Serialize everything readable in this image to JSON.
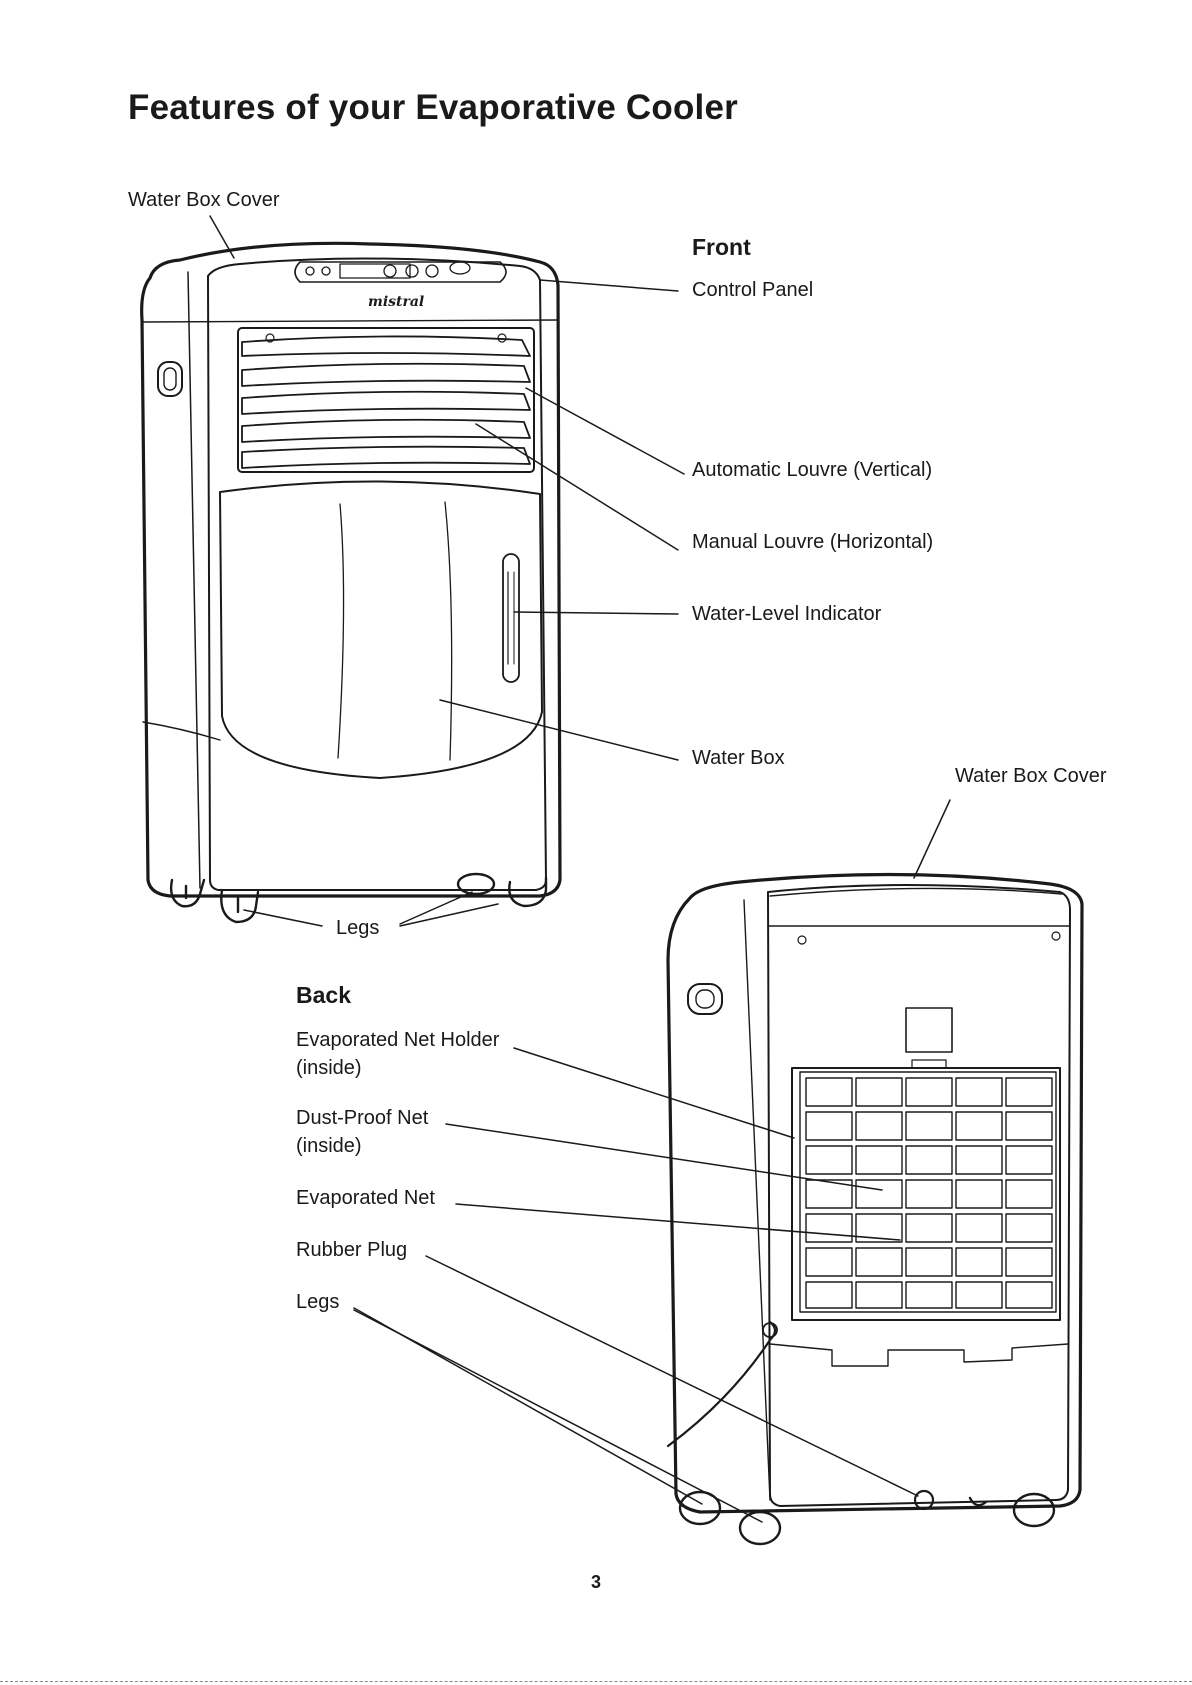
{
  "title": "Features of your Evaporative Cooler",
  "brand_logo": "mistral",
  "front": {
    "heading": "Front",
    "labels": {
      "water_box_cover": "Water Box Cover",
      "control_panel": "Control Panel",
      "automatic_louvre": "Automatic Louvre (Vertical)",
      "manual_louvre": "Manual Louvre (Horizontal)",
      "water_level_indicator": "Water-Level Indicator",
      "water_box": "Water Box",
      "legs": "Legs"
    }
  },
  "back": {
    "heading": "Back",
    "labels": {
      "water_box_cover": "Water Box Cover",
      "net_holder_line1": "Evaporated Net Holder",
      "net_holder_line2": "(inside)",
      "dust_net_line1": "Dust-Proof Net",
      "dust_net_line2": "(inside)",
      "evaporated_net": "Evaporated Net",
      "rubber_plug": "Rubber Plug",
      "legs": "Legs"
    }
  },
  "page_number": "3"
}
